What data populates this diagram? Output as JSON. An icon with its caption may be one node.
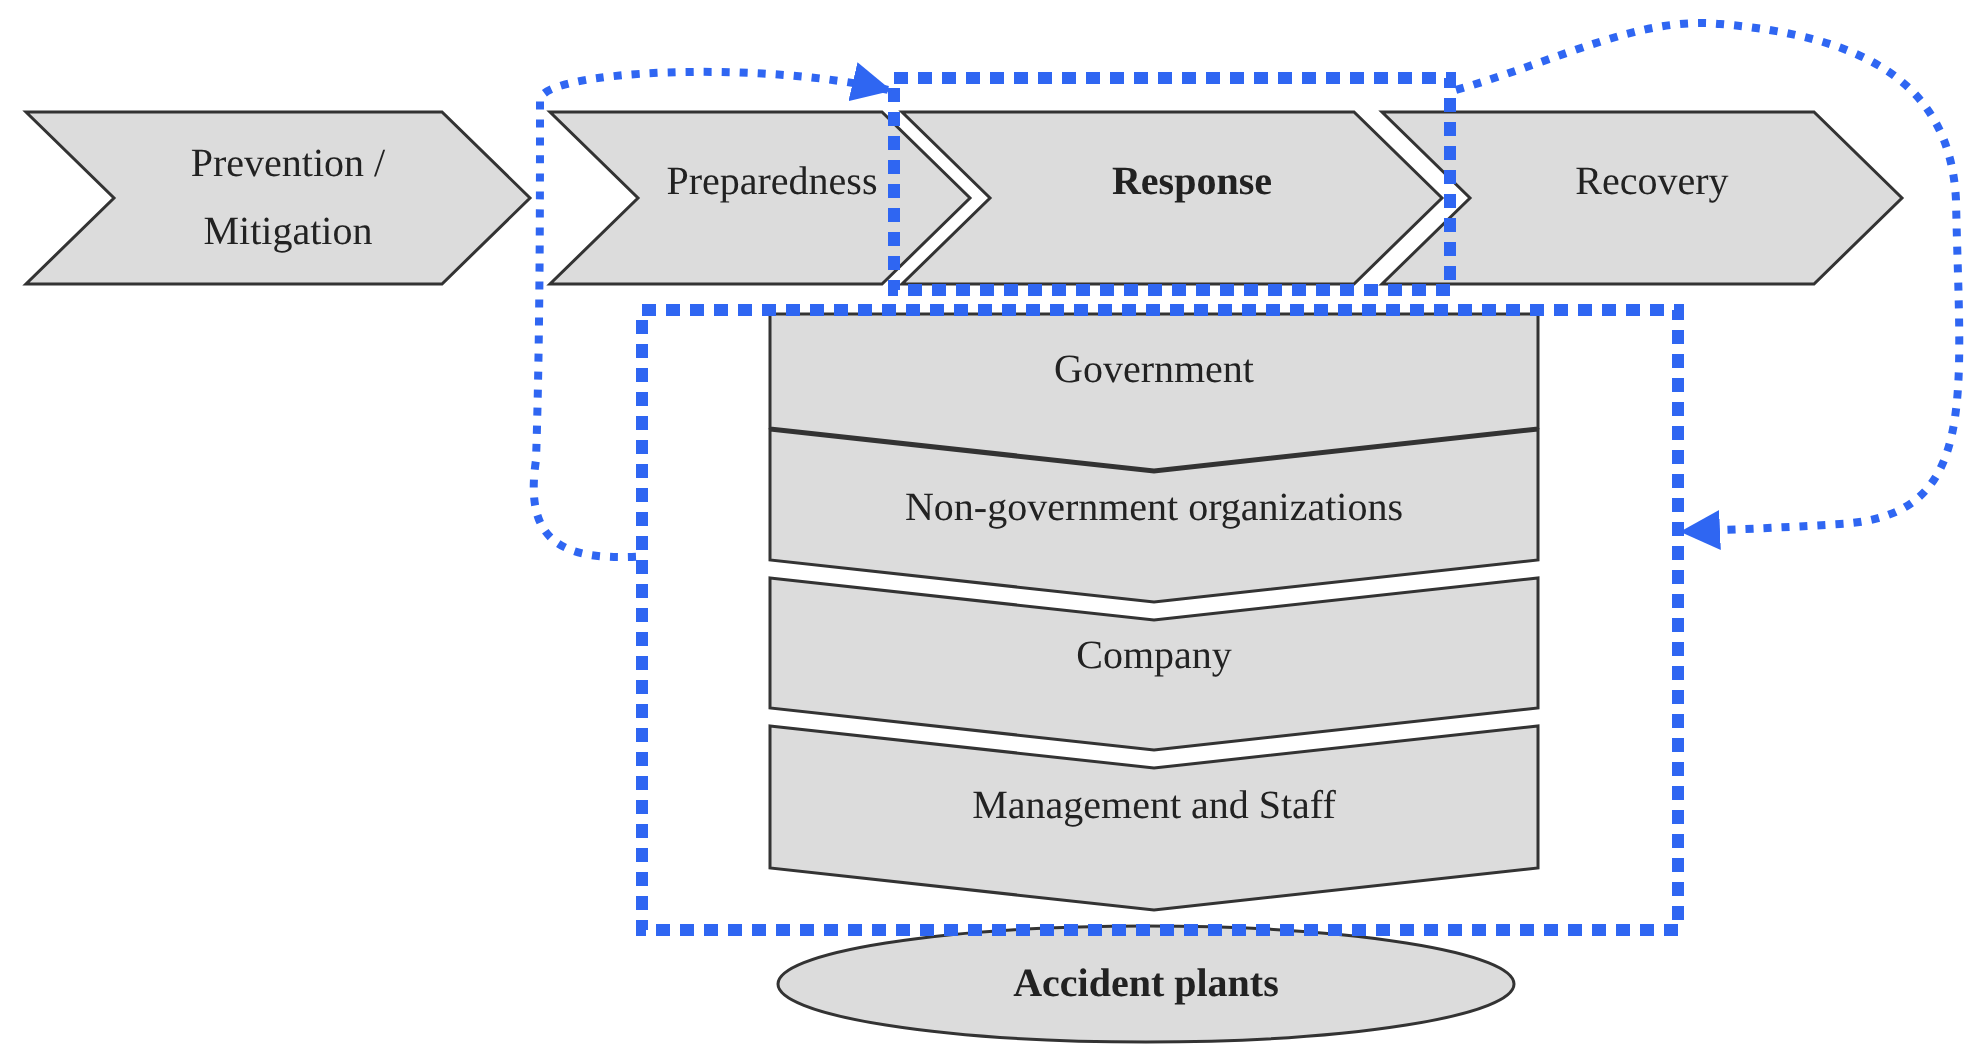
{
  "diagram": {
    "nodes": [
      {
        "text": [
          "Prevention / Mitigation"
        ]
      },
      {
        "text": [
          "Preparedness"
        ]
      },
      {
        "text": [],
        "shape": "box"
      },
      {
        "text": [
          "Response"
        ],
        "in": 2
      },
      {
        "text": [
          "Recovery"
        ]
      },
      {
        "text": [],
        "shape": "box"
      },
      {
        "text": [
          "Government"
        ],
        "in": 5
      },
      {
        "text": [
          "Non-government organizations"
        ],
        "in": 5
      },
      {
        "text": [
          "Company"
        ],
        "in": 5
      },
      {
        "text": [
          "Management and Staff"
        ],
        "in": 5
      },
      {
        "text": [
          "Accident plants"
        ]
      }
    ],
    "edges": [
      {
        "from": 5,
        "to": 2,
        "arrow": "to"
      },
      {
        "from": 2,
        "to": 5,
        "arrow": "to"
      }
    ]
  }
}
